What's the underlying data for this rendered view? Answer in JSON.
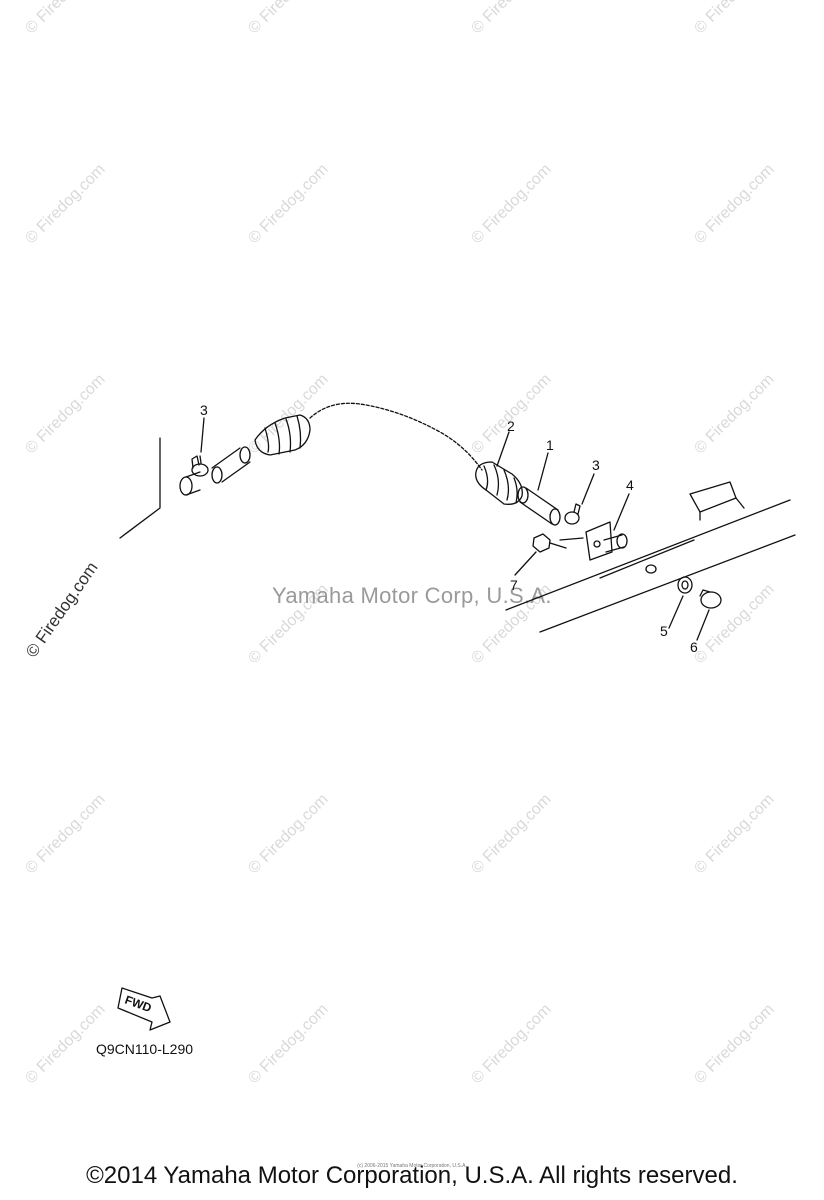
{
  "watermark": {
    "text": "© Firedog.com"
  },
  "center_watermark": "Yamaha Motor Corp, U.S.A.",
  "callouts": [
    {
      "id": "3a",
      "label": "3"
    },
    {
      "id": "2",
      "label": "2"
    },
    {
      "id": "1",
      "label": "1"
    },
    {
      "id": "3b",
      "label": "3"
    },
    {
      "id": "4",
      "label": "4"
    },
    {
      "id": "7",
      "label": "7"
    },
    {
      "id": "5",
      "label": "5"
    },
    {
      "id": "6",
      "label": "6"
    }
  ],
  "fwd_label": "FWD",
  "diagram_code": "Q9CN110-L290",
  "tiny_notice": "(c) 2006-2015 Yamaha Motor Corporation, U.S.A.",
  "copyright": "©2014 Yamaha Motor Corporation, U.S.A. All rights reserved."
}
